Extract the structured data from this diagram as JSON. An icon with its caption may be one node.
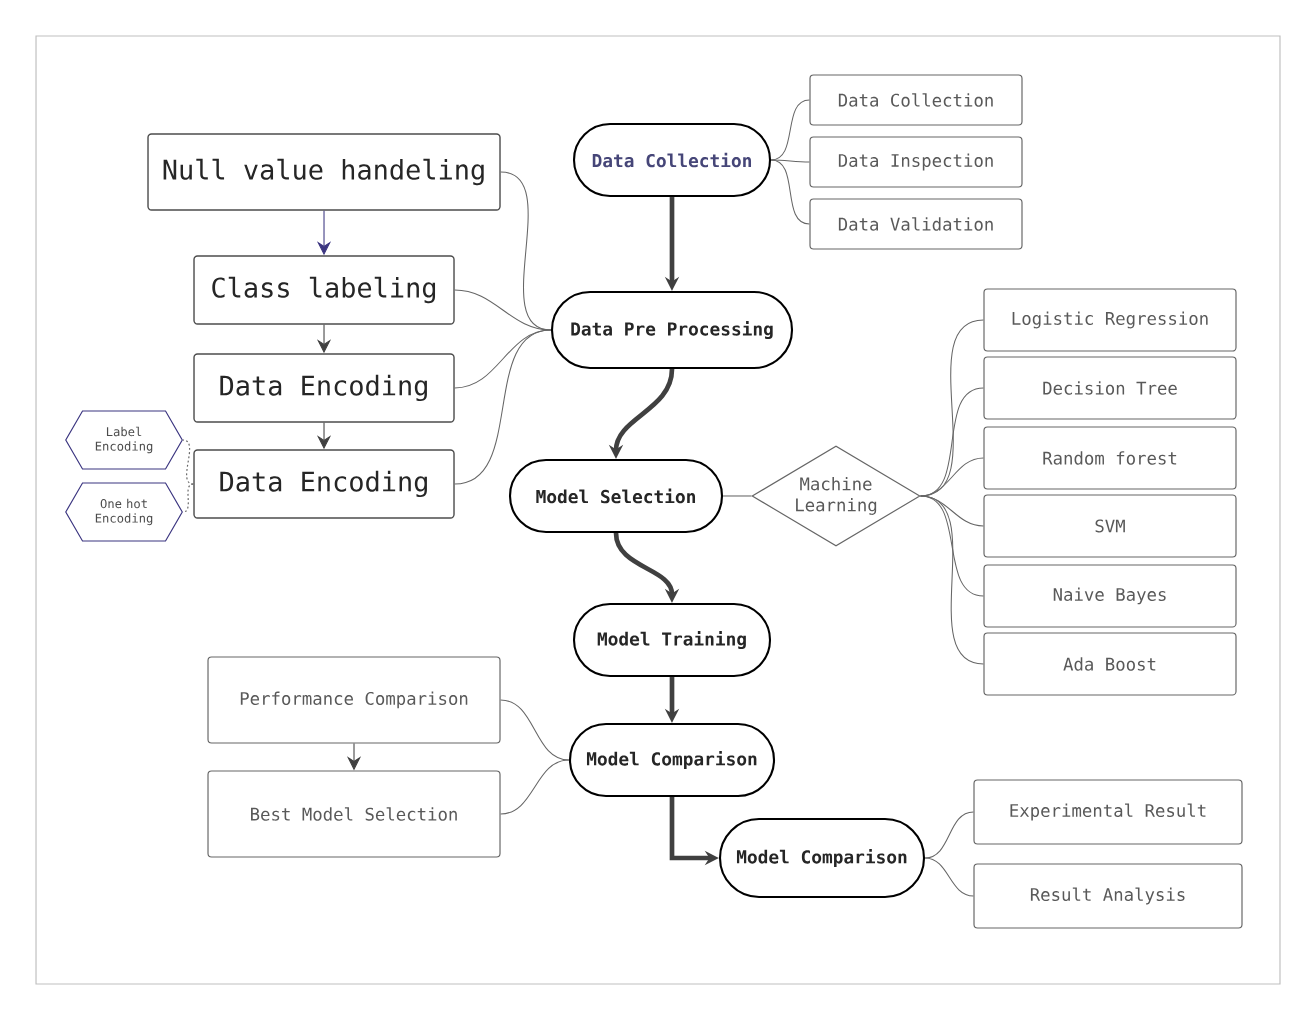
{
  "diagram": {
    "nodes": [
      {
        "text": [
          "Data Collection"
        ]
      },
      {
        "text": [
          "Data Collection"
        ]
      },
      {
        "text": [
          "Data Inspection"
        ]
      },
      {
        "text": [
          "Data Validation"
        ]
      },
      {
        "text": [
          "Null value handeling"
        ]
      },
      {
        "text": [
          "Class labeling"
        ]
      },
      {
        "text": [
          "Data Encoding"
        ]
      },
      {
        "text": [
          "Data Encoding"
        ]
      },
      {
        "text": [
          "Label Encoding"
        ]
      },
      {
        "text": [
          "One hot Encoding"
        ]
      },
      {
        "text": [
          "Data Pre Processing"
        ]
      },
      {
        "text": [
          "Model Selection"
        ]
      },
      {
        "text": [
          "Machine Learning"
        ]
      },
      {
        "text": [
          "Logistic Regression"
        ]
      },
      {
        "text": [
          "Decision Tree"
        ]
      },
      {
        "text": [
          "Random forest"
        ]
      },
      {
        "text": [
          "SVM"
        ]
      },
      {
        "text": [
          "Naive Bayes"
        ]
      },
      {
        "text": [
          "Ada Boost"
        ]
      },
      {
        "text": [
          "Model Training"
        ]
      },
      {
        "text": [
          "Model Comparison"
        ]
      },
      {
        "text": [
          "Performance Comparison"
        ]
      },
      {
        "text": [
          "Best Model Selection"
        ]
      },
      {
        "text": [
          "Model Comparison"
        ]
      },
      {
        "text": [
          "Experimental Result"
        ]
      },
      {
        "text": [
          "Result Analysis"
        ]
      }
    ],
    "edges": [
      {
        "from": 0,
        "to": 1,
        "arrow": "none"
      },
      {
        "from": 0,
        "to": 2,
        "arrow": "none"
      },
      {
        "from": 0,
        "to": 3,
        "arrow": "none"
      },
      {
        "from": 0,
        "to": 10,
        "arrow": "to",
        "style": "thick"
      },
      {
        "from": 4,
        "to": 5,
        "arrow": "to",
        "color": "#3b3580"
      },
      {
        "from": 5,
        "to": 6,
        "arrow": "to"
      },
      {
        "from": 6,
        "to": 7,
        "arrow": "to"
      },
      {
        "from": 4,
        "to": 10,
        "arrow": "none"
      },
      {
        "from": 5,
        "to": 10,
        "arrow": "none"
      },
      {
        "from": 6,
        "to": 10,
        "arrow": "none"
      },
      {
        "from": 7,
        "to": 10,
        "arrow": "none"
      },
      {
        "from": 7,
        "to": 8,
        "arrow": "none",
        "style": "dashed"
      },
      {
        "from": 7,
        "to": 9,
        "arrow": "none",
        "style": "dashed"
      },
      {
        "from": 10,
        "to": 11,
        "arrow": "to",
        "style": "thick"
      },
      {
        "from": 11,
        "to": 12,
        "arrow": "none"
      },
      {
        "from": 12,
        "to": 13,
        "arrow": "none"
      },
      {
        "from": 12,
        "to": 14,
        "arrow": "none"
      },
      {
        "from": 12,
        "to": 15,
        "arrow": "none"
      },
      {
        "from": 12,
        "to": 16,
        "arrow": "none"
      },
      {
        "from": 12,
        "to": 17,
        "arrow": "none"
      },
      {
        "from": 12,
        "to": 18,
        "arrow": "none"
      },
      {
        "from": 11,
        "to": 19,
        "arrow": "to",
        "style": "thick"
      },
      {
        "from": 19,
        "to": 20,
        "arrow": "to",
        "style": "thick"
      },
      {
        "from": 21,
        "to": 20,
        "arrow": "none"
      },
      {
        "from": 22,
        "to": 20,
        "arrow": "none"
      },
      {
        "from": 21,
        "to": 22,
        "arrow": "to"
      },
      {
        "from": 20,
        "to": 23,
        "arrow": "to",
        "style": "thick"
      },
      {
        "from": 23,
        "to": 24,
        "arrow": "none"
      },
      {
        "from": 23,
        "to": 25,
        "arrow": "none"
      }
    ]
  }
}
